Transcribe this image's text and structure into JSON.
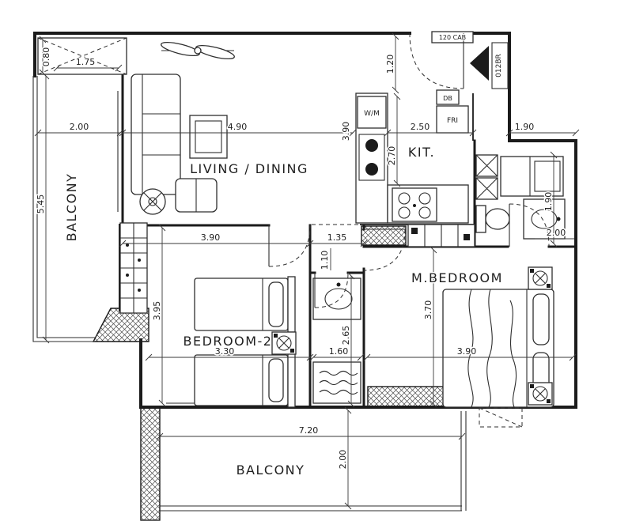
{
  "plan": {
    "unit_label": "012BR",
    "rooms": {
      "balcony_left": "BALCONY",
      "living_dining": "LIVING / DINING",
      "kitchen": "KIT.",
      "bedroom2": "BEDROOM-2",
      "master_bedroom": "M.BEDROOM",
      "balcony_bottom": "BALCONY"
    },
    "fixtures": {
      "washing_machine": "W/M",
      "fridge": "FRI",
      "distribution_board": "DB",
      "cabinet": "120 CAB"
    },
    "dims": {
      "ac_height": "0.80",
      "ac_width": "1.75",
      "balc_left_w": "2.00",
      "balc_left_h": "5.45",
      "living_w": "4.90",
      "living_d": "3.90",
      "kit_clear": "1.20",
      "kit_w": "2.50",
      "kit_d": "2.70",
      "hall_top": "1.90",
      "bed2_top": "3.90",
      "hall_w": "1.35",
      "hall_d": "1.10",
      "bed2_h": "3.95",
      "bed2_w": "3.30",
      "bath2_w": "1.60",
      "bath2_h": "2.65",
      "mbed_h": "3.70",
      "mbed_w": "3.90",
      "mbath_h": "1.90",
      "mbath_w": "2.00",
      "balc_bot_w": "7.20",
      "balc_bot_d": "2.00"
    }
  }
}
